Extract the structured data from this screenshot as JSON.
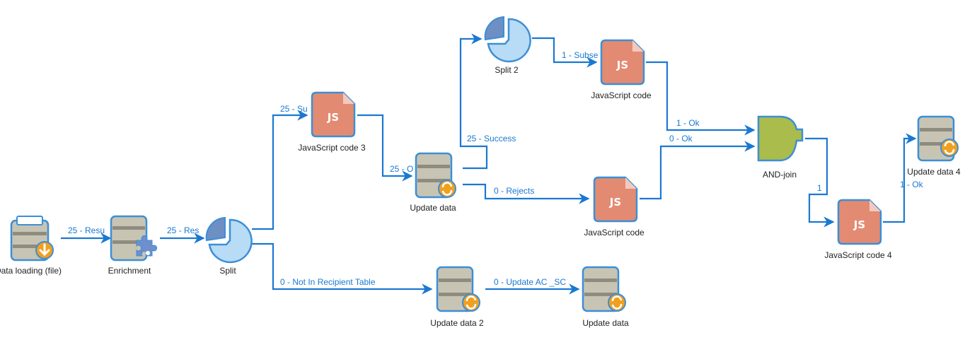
{
  "diagram": {
    "colors": {
      "edge": "#1a78d2",
      "icon_outline": "#3c8fd6",
      "db_fill": "#c8c4b4",
      "db_band": "#8e8b7f",
      "orange_badge": "#f0a020",
      "js_fill": "#e38a72",
      "split_light": "#b8dcf5",
      "split_dark": "#6d8fc4",
      "and_fill": "#a9bc4c",
      "enrich_puzzle": "#6e8fcc"
    },
    "nodes": [
      {
        "id": "load",
        "type": "data-loading",
        "label": "Data loading (file)"
      },
      {
        "id": "enrich",
        "type": "enrichment",
        "label": "Enrichment"
      },
      {
        "id": "split",
        "type": "split",
        "label": "Split"
      },
      {
        "id": "js3",
        "type": "javascript",
        "label": "JavaScript code 3"
      },
      {
        "id": "upd1",
        "type": "update-data",
        "label": "Update data"
      },
      {
        "id": "split2",
        "type": "split",
        "label": "Split 2"
      },
      {
        "id": "jsA",
        "type": "javascript",
        "label": "JavaScript code"
      },
      {
        "id": "jsB",
        "type": "javascript",
        "label": "JavaScript code"
      },
      {
        "id": "and",
        "type": "and-join",
        "label": "AND-join"
      },
      {
        "id": "js4",
        "type": "javascript",
        "label": "JavaScript code 4"
      },
      {
        "id": "upd4",
        "type": "update-data",
        "label": "Update data 4"
      },
      {
        "id": "upd2",
        "type": "update-data",
        "label": "Update data 2"
      },
      {
        "id": "upd3",
        "type": "update-data",
        "label": "Update data"
      }
    ],
    "edges": [
      {
        "from": "load",
        "to": "enrich",
        "label": "25 - Resu"
      },
      {
        "from": "enrich",
        "to": "split",
        "label": "25 - Res"
      },
      {
        "from": "split",
        "to": "js3",
        "label": "25 - Su"
      },
      {
        "from": "split",
        "to": "upd2",
        "label": "0 - Not In Recipient Table"
      },
      {
        "from": "js3",
        "to": "upd1",
        "label": "25 - O"
      },
      {
        "from": "upd1",
        "to": "split2",
        "label": "25 - Success"
      },
      {
        "from": "upd1",
        "to": "jsB",
        "label": "0 - Rejects"
      },
      {
        "from": "split2",
        "to": "jsA",
        "label": "1 - Subse"
      },
      {
        "from": "jsA",
        "to": "and",
        "label": "1 - Ok"
      },
      {
        "from": "jsB",
        "to": "and",
        "label": "0 - Ok"
      },
      {
        "from": "and",
        "to": "js4",
        "label": "1"
      },
      {
        "from": "js4",
        "to": "upd4",
        "label": "1 - Ok"
      },
      {
        "from": "upd2",
        "to": "upd3",
        "label": "0 - Update AC _SC"
      }
    ]
  }
}
